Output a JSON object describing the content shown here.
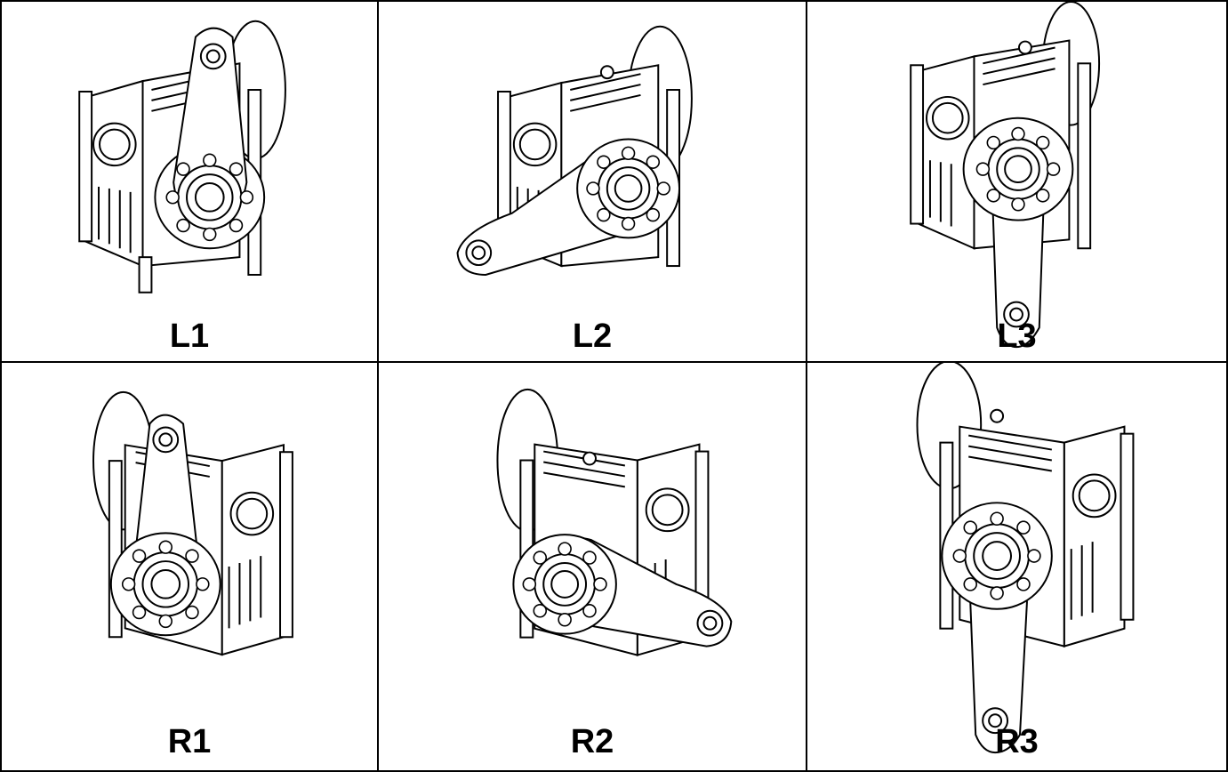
{
  "figure": {
    "cells": [
      {
        "label": "L1",
        "arm": "up"
      },
      {
        "label": "L2",
        "arm": "down-left"
      },
      {
        "label": "L3",
        "arm": "down"
      },
      {
        "label": "R1",
        "arm": "up"
      },
      {
        "label": "R2",
        "arm": "down-right"
      },
      {
        "label": "R3",
        "arm": "down"
      }
    ]
  }
}
